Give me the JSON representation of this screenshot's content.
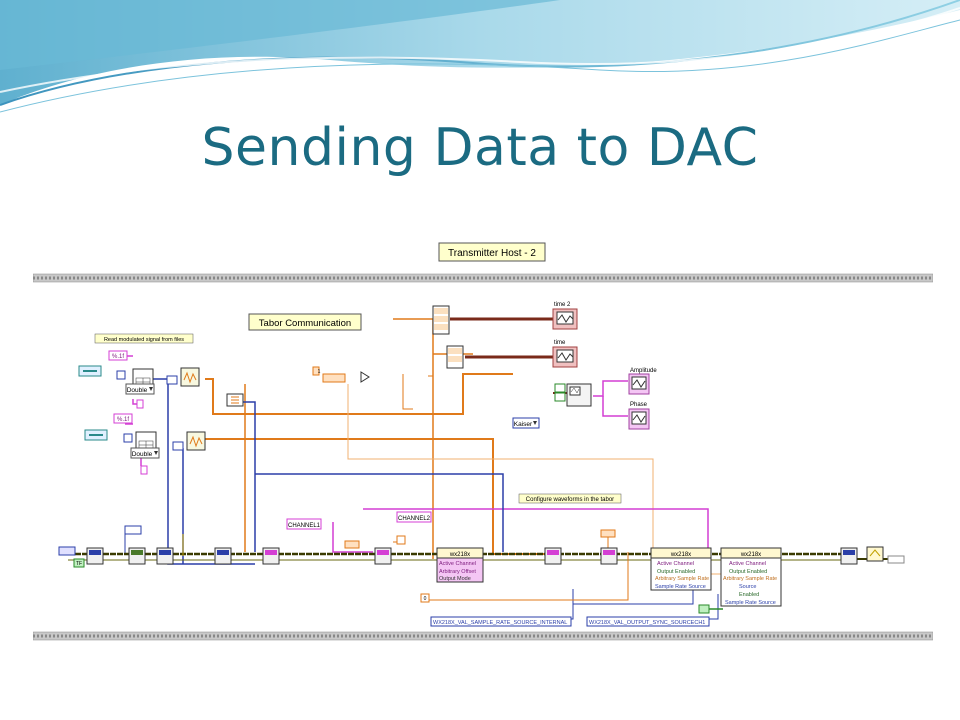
{
  "slide": {
    "title": "Sending Data to DAC"
  },
  "diagram": {
    "frame_title": "Transmitter Host - 2",
    "tabor_label": "Tabor Communication",
    "read_label": "Read modulated signal from files",
    "configure_label": "Configure waveforms in the tabor",
    "format1": "%.1f",
    "format2": "%.1f",
    "double1": "Double",
    "double2": "Double",
    "kaiser": "Kaiser",
    "channel1": "CHANNEL1",
    "channel2": "CHANNEL2",
    "time2": "time 2",
    "time": "time",
    "amplitude": "Amplitude",
    "phase": "Phase",
    "sample_rate_source": "WX218X_VAL_SAMPLE_RATE_SOURCE_INTERNAL",
    "sync_source": "WX218X_VAL_OUTPUT_SYNC_SOURCECH1",
    "const_true": "TF",
    "const_zero": "0",
    "const_one": "1",
    "node_wx1": "wx218x",
    "node_wx2": "wx218x",
    "node_wx3": "wx218x",
    "wx1_items": [
      "Active Channel",
      "Arbitrary Offset",
      "Output Mode"
    ],
    "wx2_items": [
      "Active Channel",
      "Output Enabled",
      "Arbitrary Sample Rate",
      "Sample Rate Source"
    ],
    "wx3_items": [
      "Active Channel",
      "Output Enabled",
      "Arbitrary Sample Rate",
      "Source",
      "Enabled",
      "Sample Rate Source"
    ],
    "colors": {
      "orange_wire": "#e07a1a",
      "blue_wire": "#2b3fa8",
      "pink_wire": "#d43fd4",
      "node_pink": "#f4c6f4",
      "title_teal": "#1b6b82"
    },
    "icons": [
      "subvi-icon",
      "graph-indicator-icon",
      "array-icon",
      "file-read-icon",
      "build-waveform-icon"
    ]
  }
}
